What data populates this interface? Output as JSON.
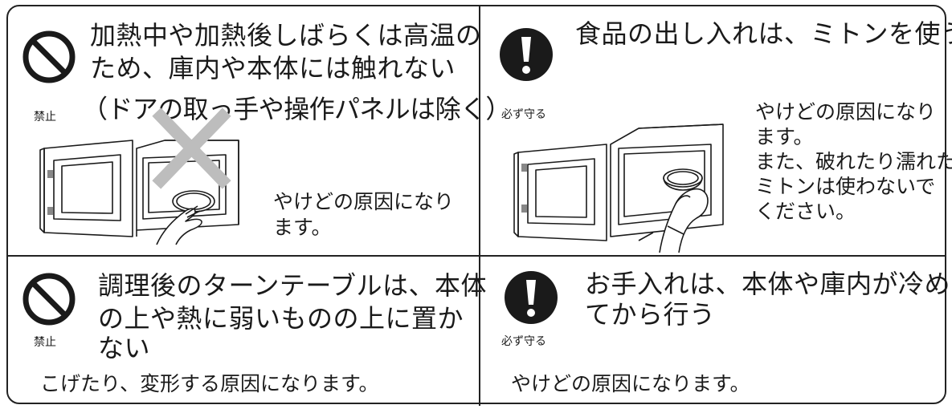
{
  "panels": {
    "top_left": {
      "icon": "prohibition-icon",
      "icon_label": "禁止",
      "title_lines": [
        "加熱中や加熱後しばらくは高温の",
        "ため、庫内や本体には触れない",
        "（ドアの取っ手や操作パネルは除く）"
      ],
      "body_lines": [
        "やけどの原因になり",
        "ます。"
      ]
    },
    "top_right": {
      "icon": "mandatory-action-icon",
      "icon_label": "必ず守る",
      "title_lines": [
        "食品の出し入れは、ミトンを使う"
      ],
      "body_lines": [
        "やけどの原因になり",
        "ます。",
        "また、破れたり濡れた",
        "ミトンは使わないで",
        "ください。"
      ]
    },
    "bottom_left": {
      "icon": "prohibition-icon",
      "icon_label": "禁止",
      "title_lines": [
        "調理後のターンテーブルは、本体",
        "の上や熱に弱いものの上に置か",
        "ない"
      ],
      "body_lines": [
        "こげたり、変形する原因になります。"
      ]
    },
    "bottom_right": {
      "icon": "mandatory-action-icon",
      "icon_label": "必ず守る",
      "title_lines": [
        "お手入れは、本体や庫内が冷め",
        "てから行う"
      ],
      "body_lines": [
        "やけどの原因になります。"
      ]
    }
  },
  "colors": {
    "line": "#222222",
    "cross": "#bdbdbd",
    "icon_fill": "#1a1a1a"
  }
}
